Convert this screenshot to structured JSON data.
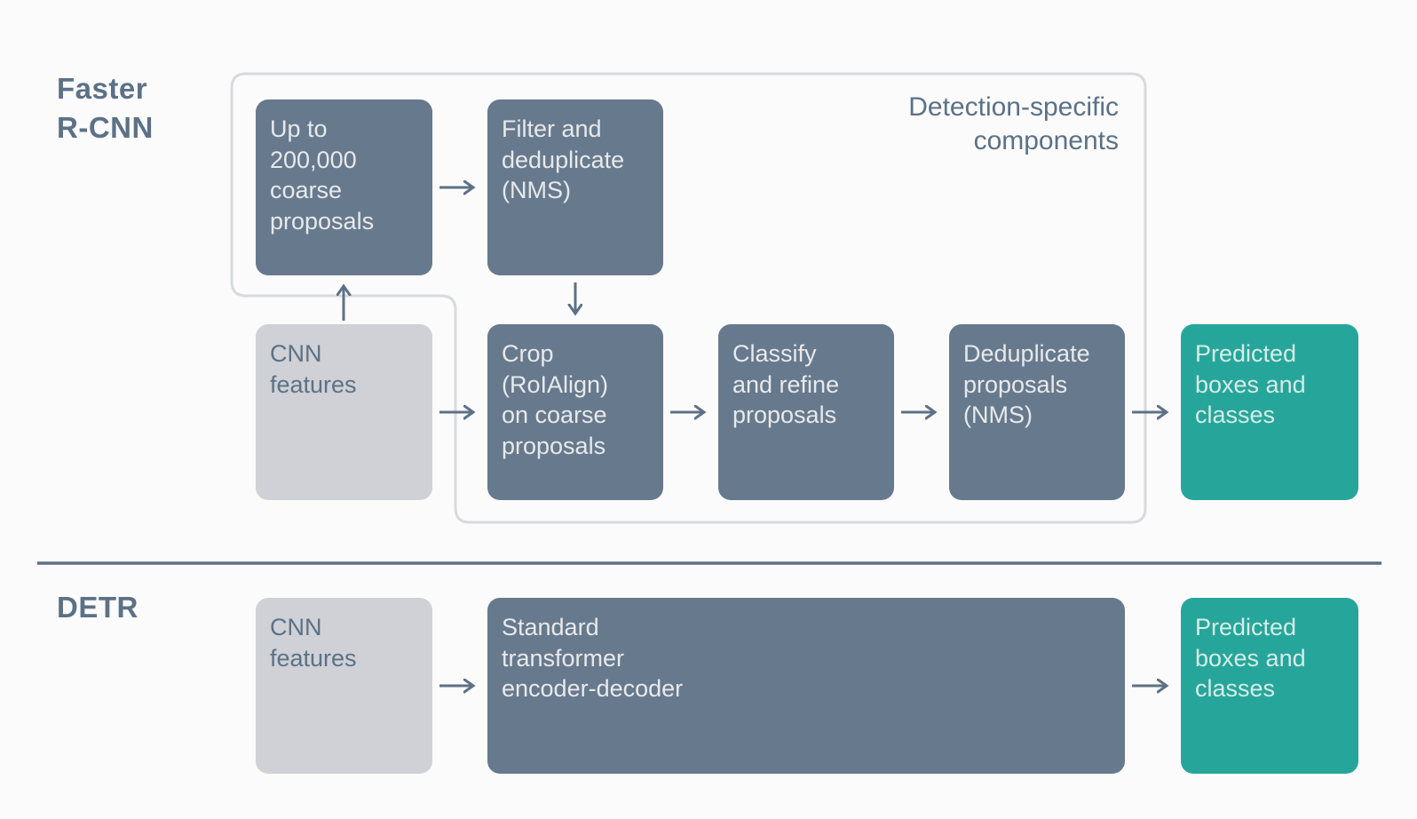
{
  "colors": {
    "page_bg": "#FBFBFB",
    "slate_box": "#67798D",
    "gray_box": "#CFD1D6",
    "teal_box": "#26A69A",
    "ink": "#5C7186",
    "box_text": "#E7E9EB",
    "teal_text": "#D6ECE7",
    "region_border": "#D7DADE"
  },
  "rows": {
    "faster_rcnn": {
      "title": "Faster\nR-CNN",
      "region_label": "Detection-specific\ncomponents",
      "boxes": {
        "up_to_proposals": "Up to\n200,000\ncoarse\nproposals",
        "filter_nms": "Filter and\ndeduplicate\n(NMS)",
        "cnn_features": "CNN\nfeatures",
        "crop_roialign": "Crop\n(RoIAlign)\non coarse\nproposals",
        "classify_refine": "Classify\nand refine\nproposals",
        "dedup_nms": "Deduplicate\nproposals\n(NMS)",
        "predicted": "Predicted\nboxes and\nclasses"
      }
    },
    "detr": {
      "title": "DETR",
      "boxes": {
        "cnn_features": "CNN\nfeatures",
        "transformer": "Standard\ntransformer\nencoder-decoder",
        "predicted": "Predicted\nboxes and\nclasses"
      }
    }
  }
}
